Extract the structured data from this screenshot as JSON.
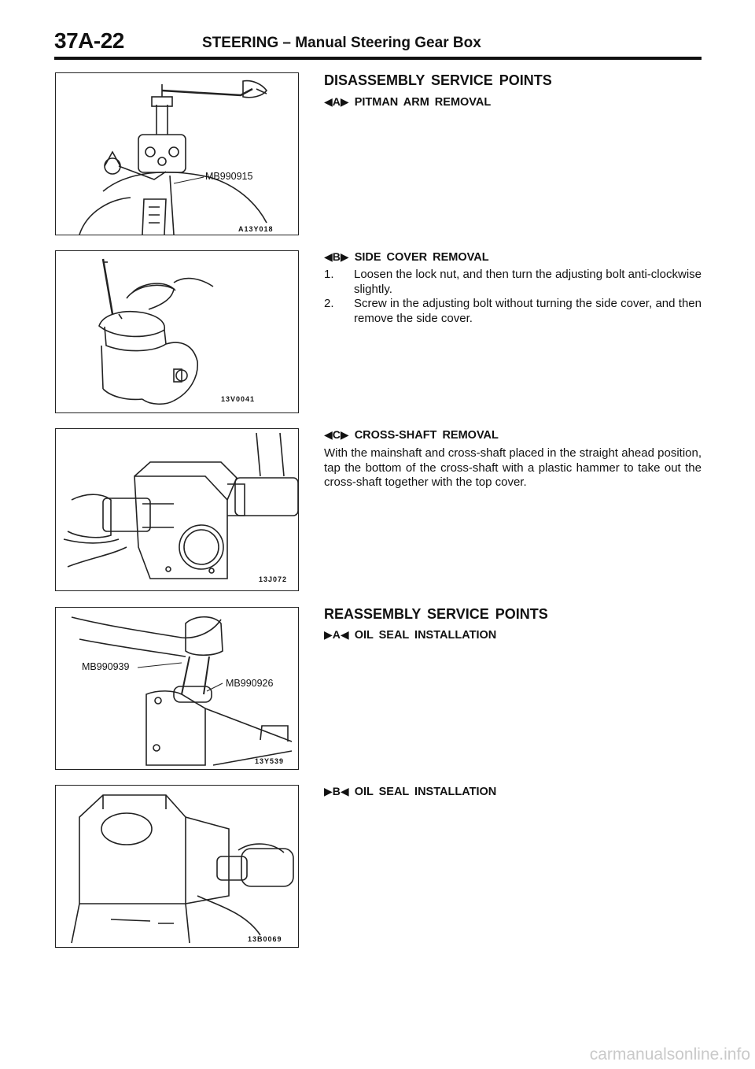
{
  "header": {
    "page_number": "37A-22",
    "title": "STEERING – Manual Steering Gear Box"
  },
  "sections": {
    "disassembly": {
      "heading": "DISASSEMBLY SERVICE POINTS",
      "pitman": {
        "marker": "◀A▶",
        "title": "PITMAN ARM REMOVAL"
      },
      "side_cover": {
        "marker": "◀B▶",
        "title": "SIDE COVER REMOVAL",
        "steps": [
          {
            "num": "1.",
            "text": "Loosen the lock nut, and then turn the adjusting bolt anti-clockwise slightly."
          },
          {
            "num": "2.",
            "text": "Screw in the adjusting bolt without turning the side cover, and then remove the side cover."
          }
        ]
      },
      "cross_shaft": {
        "marker": "◀C▶",
        "title": "CROSS-SHAFT REMOVAL",
        "text": "With the mainshaft and cross-shaft placed in the straight ahead position, tap the bottom of the cross-shaft with a plastic hammer to take out the cross-shaft together with the top cover."
      }
    },
    "reassembly": {
      "heading": "REASSEMBLY SERVICE POINTS",
      "oil_seal_a": {
        "marker": "▶A◀",
        "title": "OIL SEAL INSTALLATION"
      },
      "oil_seal_b": {
        "marker": "▶B◀",
        "title": "OIL SEAL INSTALLATION"
      }
    }
  },
  "figures": {
    "fig1": {
      "code": "A13Y018",
      "tool_label": "MB990915"
    },
    "fig2": {
      "code": "13V0041"
    },
    "fig3": {
      "code": "13J072"
    },
    "fig4": {
      "code": "13Y539",
      "tool_label_1": "MB990939",
      "tool_label_2": "MB990926"
    },
    "fig5": {
      "code": "13B0069"
    }
  },
  "footer": {
    "watermark": "carmanualsonline.info"
  }
}
